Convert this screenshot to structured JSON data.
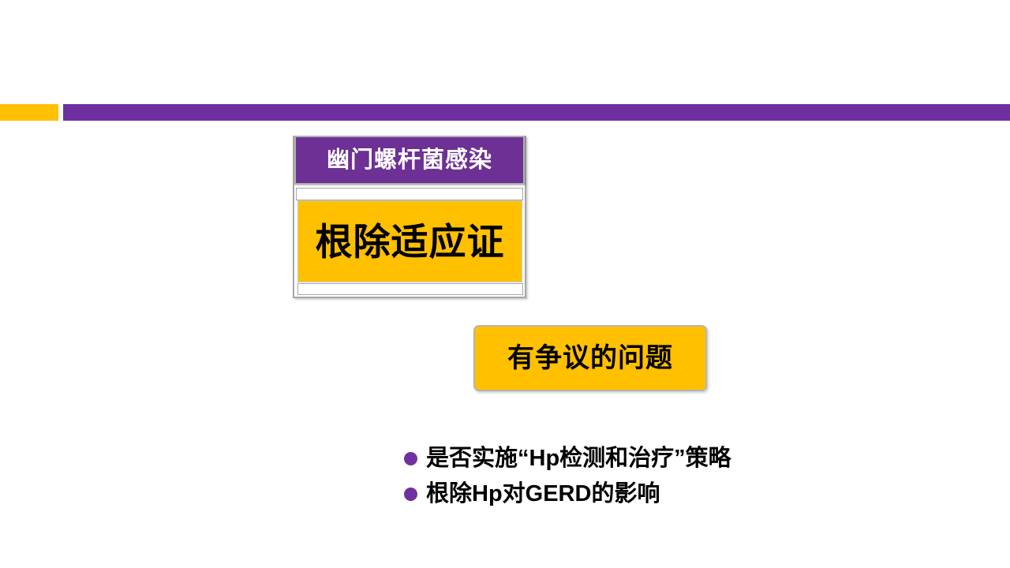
{
  "slide": {
    "decor": {
      "bar_yellow_color": "#ffc000",
      "bar_purple_color": "#6e2fa0"
    },
    "indication_group": {
      "header_label": "幽门螺杆菌感染",
      "header_color": "#6d3094",
      "header_text_color": "#ffffff",
      "body_label": "根除适应证",
      "body_color": "#ffc000",
      "body_text_color": "#000000",
      "spacer_top": "",
      "spacer_bottom": ""
    },
    "controversy": {
      "label": "有争议的问题",
      "box_color": "#ffc000",
      "text_color": "#000000"
    },
    "issues": {
      "bullet_color": "#7030a0",
      "items": [
        {
          "text": "是否实施“Hp检测和治疗”策略"
        },
        {
          "text": "根除Hp对GERD的影响"
        }
      ]
    }
  }
}
